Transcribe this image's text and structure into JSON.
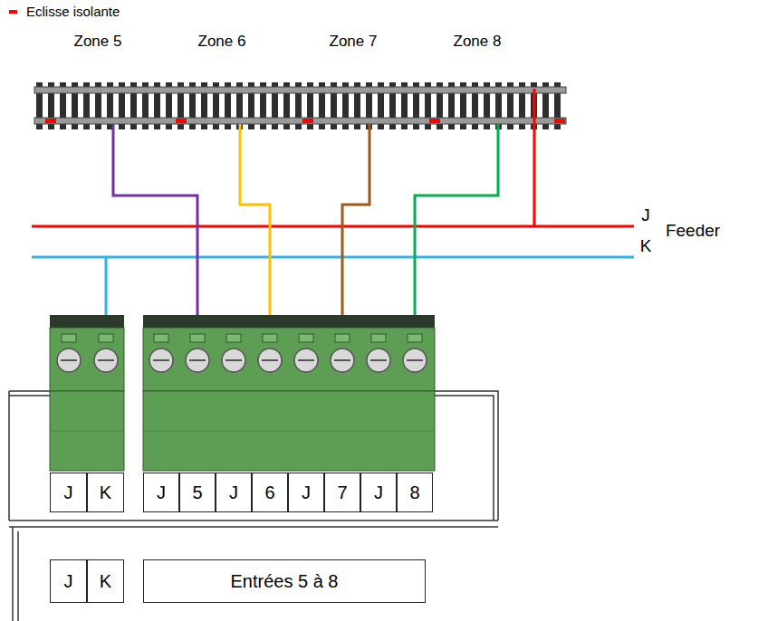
{
  "diagram": {
    "nodes": [
      {
        "text": [
          "J"
        ]
      },
      {
        "text": [
          "K"
        ]
      },
      {
        "text": [
          "J"
        ]
      },
      {
        "text": [
          "5"
        ]
      },
      {
        "text": [
          "J"
        ]
      },
      {
        "text": [
          "6"
        ]
      },
      {
        "text": [
          "J"
        ]
      },
      {
        "text": [
          "7"
        ]
      },
      {
        "text": [
          "J"
        ]
      },
      {
        "text": [
          "8"
        ]
      },
      {
        "text": [
          "J"
        ]
      },
      {
        "text": [
          "K"
        ]
      },
      {
        "text": [
          "Entrées 5 à 8"
        ]
      }
    ],
    "labels": [
      "Zone 5",
      "Zone 6",
      "Zone 7",
      "Zone 8",
      "J",
      "K",
      "Feeder"
    ],
    "legend": [
      {
        "text": "Eclisse isolante",
        "color": "#ff0000"
      }
    ]
  }
}
